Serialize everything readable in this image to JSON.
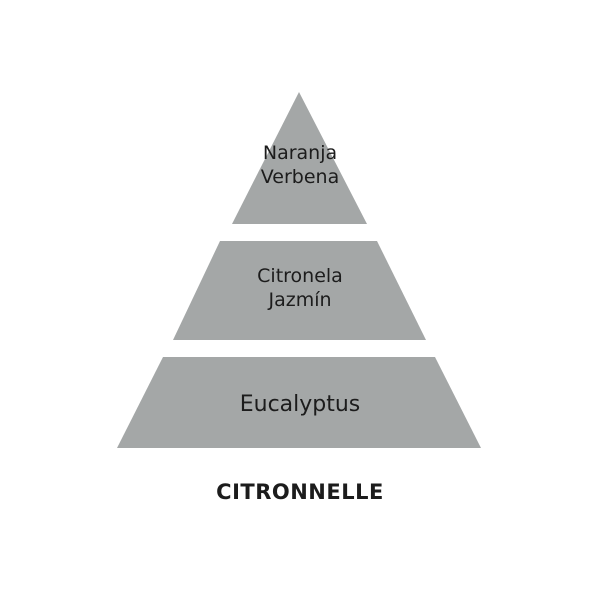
{
  "colors": {
    "tier": "#a4a7a7",
    "text": "#1c1c1c"
  },
  "pyramid": {
    "top_notes": [
      "Naranja",
      "Verbena"
    ],
    "heart_notes": [
      "Citronela",
      "Jazmín"
    ],
    "base_notes": [
      "Eucalyptus"
    ]
  },
  "title": "CITRONNELLE"
}
